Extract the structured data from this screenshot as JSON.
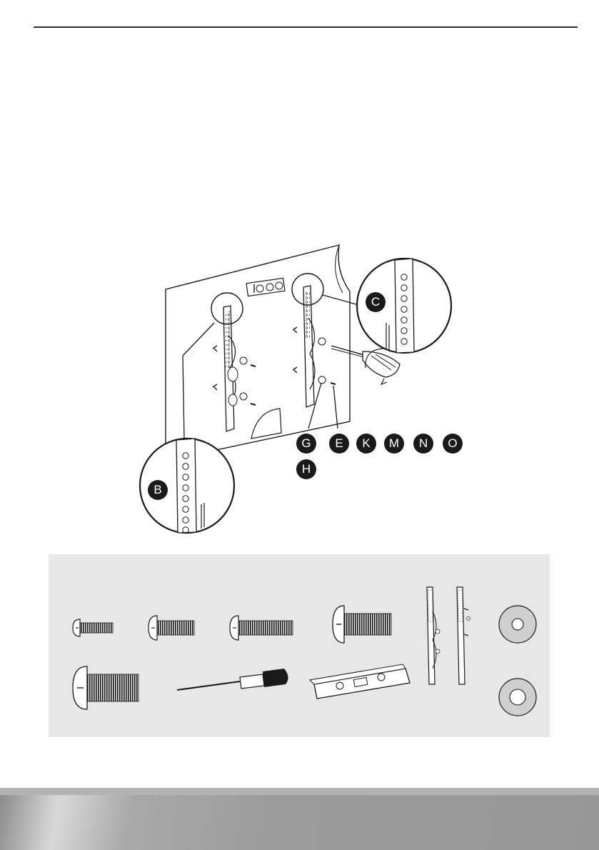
{
  "badges": {
    "b": "B",
    "c": "C",
    "g": "G",
    "e": "E",
    "k": "K",
    "m": "M",
    "n": "N",
    "o": "O",
    "h": "H"
  },
  "colors": {
    "ink": "#1a1a1a",
    "panel": "#e7e7e8",
    "footer": "#979797"
  },
  "icons": [
    "tv-back-panel",
    "spirit-level-icon",
    "mounting-arm-left",
    "mounting-arm-right",
    "screwdriver-icon",
    "zoom-circle-b",
    "zoom-circle-c",
    "screw-small-icon",
    "screw-medium-icon",
    "screw-long-icon",
    "screw-large-icon",
    "screw-xl-icon",
    "mounting-arm-front-icon",
    "mounting-arm-side-icon",
    "washer-small-icon",
    "washer-large-icon"
  ]
}
